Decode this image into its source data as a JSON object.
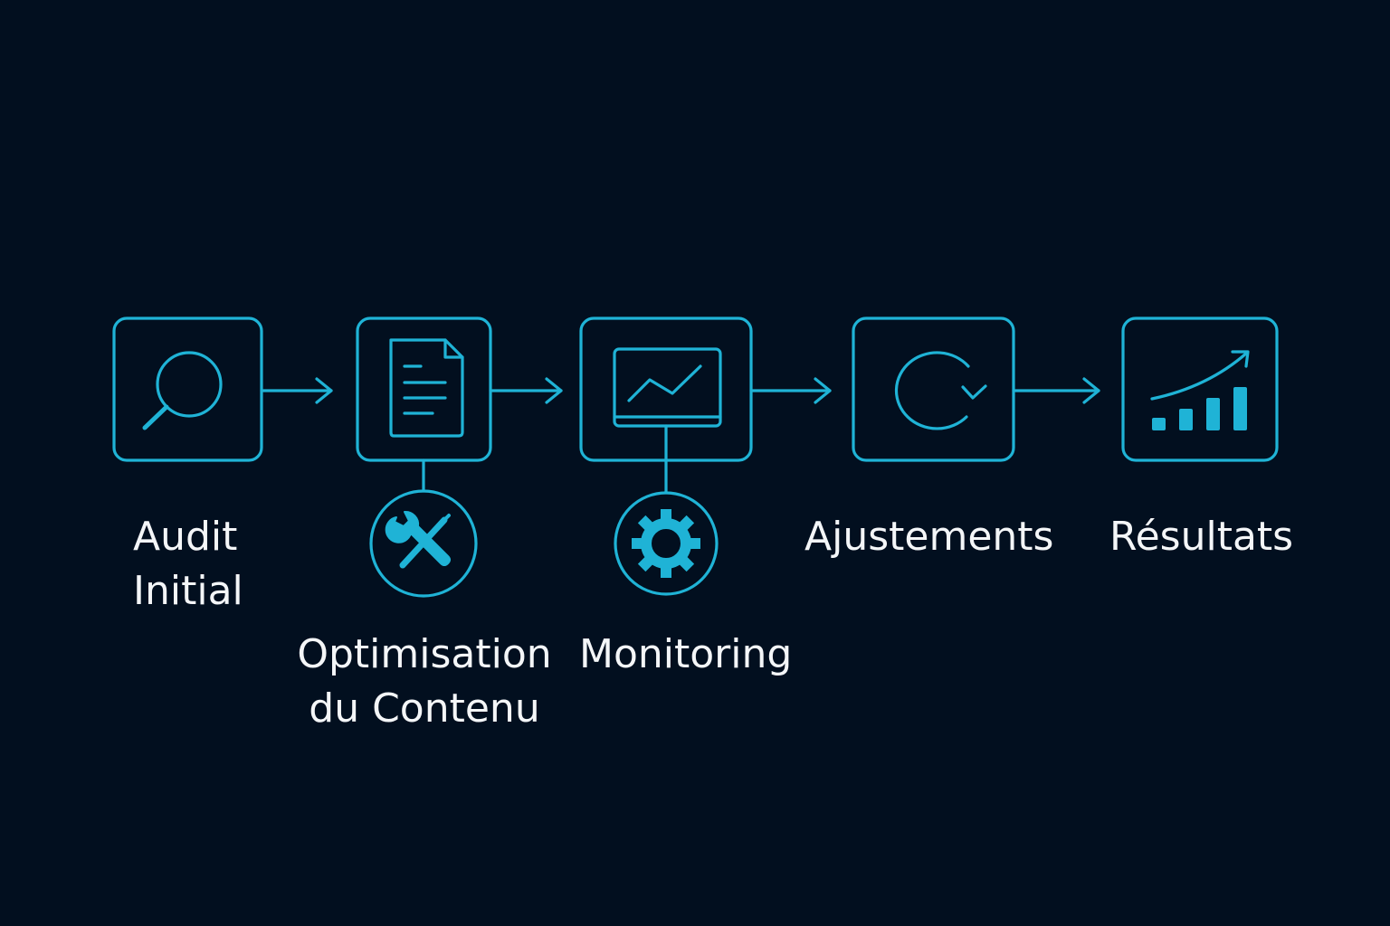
{
  "colors": {
    "background": "#020f1f",
    "accent": "#1fb3d6",
    "label": "#f4f6f8"
  },
  "steps": [
    {
      "icon": "magnifier-icon",
      "label": [
        "Audit",
        "Initial"
      ]
    },
    {
      "icon": "document-icon",
      "label": [
        "Optimisation",
        "du Contenu"
      ],
      "sub_icon": "wrench-screwdriver-icon"
    },
    {
      "icon": "line-chart-monitor-icon",
      "label": [
        "Monitoring"
      ],
      "sub_icon": "gear-icon"
    },
    {
      "icon": "refresh-cycle-icon",
      "label": [
        "Ajustements"
      ]
    },
    {
      "icon": "growth-bar-chart-icon",
      "label": [
        "Résultats"
      ]
    }
  ]
}
